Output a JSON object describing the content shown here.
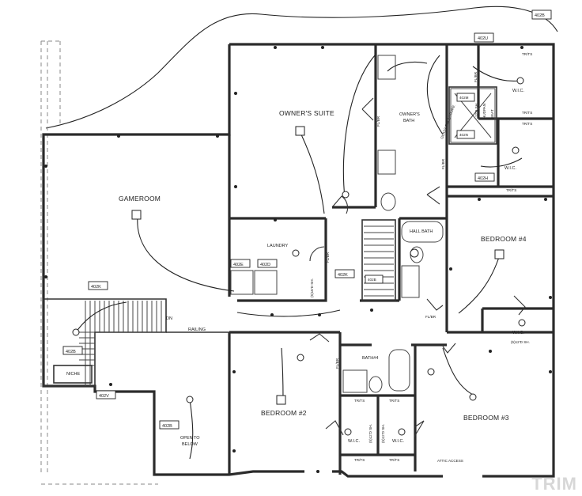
{
  "rooms": {
    "owners_suite": "OWNER'S SUITE",
    "owners_bath": [
      "OWNER'S",
      "BATH"
    ],
    "gameroom": "GAMEROOM",
    "laundry": "LAUNDRY",
    "hall_bath": "HALL BATH",
    "bedroom4": "BEDROOM #4",
    "bedroom2": "BEDROOM #2",
    "bedroom3": "BEDROOM #3",
    "bath4": "BATH#4",
    "niche": "NICHE",
    "open_to_below": [
      "OPEN TO",
      "BELOW"
    ],
    "wic_top": "W.I.C.",
    "wic_mid": "W.I.C.",
    "wic_right": "W.I.C.",
    "wic_bl": "W.I.C.",
    "wic_br": "W.I.C."
  },
  "notes": {
    "dn": "DN",
    "railing": "RAILING",
    "fl_br_1": "FL/BR",
    "fl_br_2": "FL/BR",
    "fl_br_3": "FL/BR",
    "fl_br_4": "FL/BR",
    "fl_br_5": "FL/BR",
    "fl_br_6": "FL/BR",
    "glass_enclosure": "GLASS ENCLOSURE",
    "walk_in_shower": "12'D SH.",
    "hudpan": "HUDPAN",
    "seat": "SEAT",
    "attic_access": "ATTIC ACCESS",
    "sh_laundry": "(5)16'D SH.",
    "sh_bedroom4": "(5)12'D SH.",
    "sh_wic_a": "(5)12'D SH.",
    "sh_wic_b": "(5)12'D SH.",
    "tr_ts_1": "TR/TS",
    "tr_ts_2": "TR/TS",
    "tr_ts_3": "TR/TS",
    "tr_ts_4": "TR/TS",
    "tr_ts_5": "TR/TS",
    "tr_ts_6": "TR/TS",
    "tr_ts_7": "TR/TS",
    "tr_ts_8": "TR/TS"
  },
  "tags": {
    "t402B_top": "402B",
    "t402U": "402U",
    "t402M": "402M",
    "t402N": "402N",
    "t402H": "402H",
    "t402E": "402E",
    "t402D": "402D",
    "t402K_left": "402K",
    "t402K_mid": "402K",
    "t402B_stair": "402B",
    "t402B_mid": "402B",
    "t402V": "402V",
    "t402B_open": "402B"
  },
  "watermark": "TRIM"
}
